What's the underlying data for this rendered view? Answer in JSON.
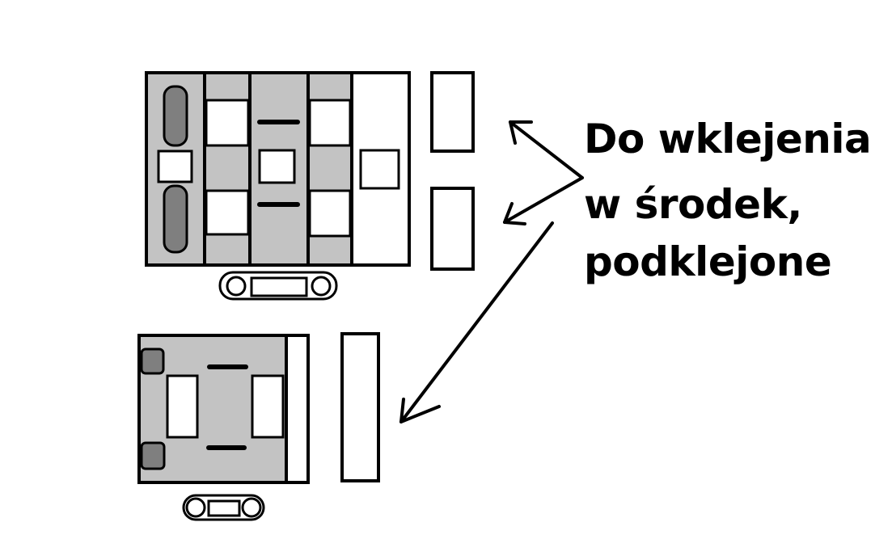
{
  "annotation": {
    "lines": [
      "Do wklejenia",
      "w środek,",
      "podklejone"
    ]
  },
  "colors": {
    "stroke": "#000000",
    "light_fill": "#c3c3c3",
    "dark_fill": "#7f7f7f",
    "white_fill": "#ffffff"
  }
}
